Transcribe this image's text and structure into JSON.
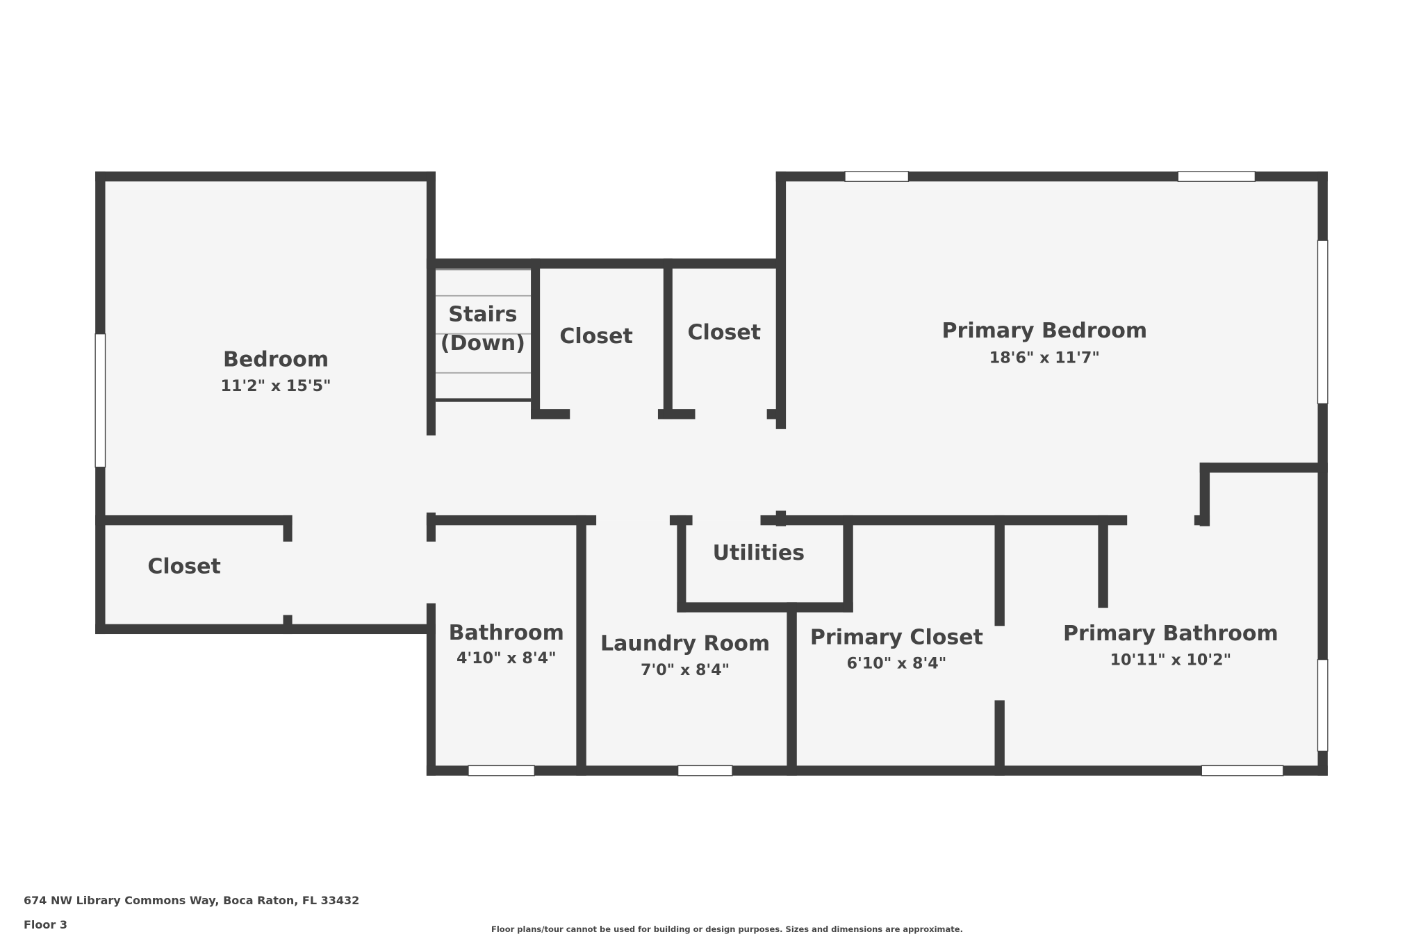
{
  "address": "674 NW Library Commons Way, Boca Raton, FL 33432",
  "floor": "Floor 3",
  "disclaimer": "Floor plans/tour cannot be used for building or design purposes. Sizes and dimensions are approximate.",
  "colors": {
    "wall": "#3d3d3d",
    "floor": "#f5f5f5",
    "text": "#444444"
  },
  "rooms": [
    {
      "name": "Bedroom",
      "dims": "11'2\" x 15'5\""
    },
    {
      "name": "Closet"
    },
    {
      "name": "Stairs",
      "name2": "(Down)"
    },
    {
      "name": "Closet"
    },
    {
      "name": "Closet"
    },
    {
      "name": "Primary Bedroom",
      "dims": "18'6\" x 11'7\""
    },
    {
      "name": "Utilities"
    },
    {
      "name": "Bathroom",
      "dims": "4'10\" x 8'4\""
    },
    {
      "name": "Laundry Room",
      "dims": "7'0\" x 8'4\""
    },
    {
      "name": "Primary Closet",
      "dims": "6'10\" x 8'4\""
    },
    {
      "name": "Primary Bathroom",
      "dims": "10'11\" x 10'2\""
    }
  ]
}
